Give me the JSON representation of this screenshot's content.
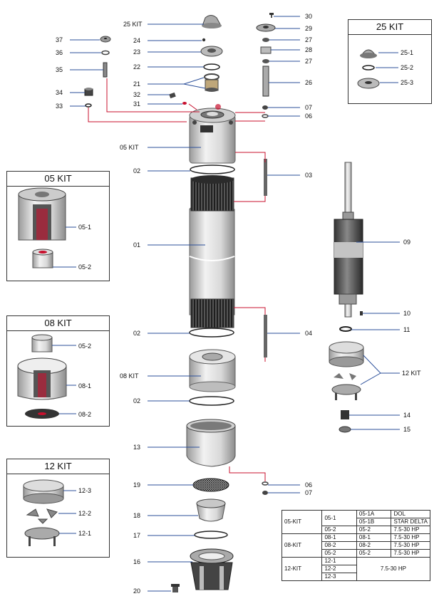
{
  "colors": {
    "leader_blue": "#2b4f9a",
    "leader_red": "#c8102e",
    "part_dark": "#333333",
    "part_light": "#e8e8e8"
  },
  "labels": {
    "p25kit": "25 KIT",
    "p24": "24",
    "p23": "23",
    "p22": "22",
    "p21": "21",
    "p32": "32",
    "p31": "31",
    "p37": "37",
    "p36": "36",
    "p35": "35",
    "p34": "34",
    "p33": "33",
    "p05kit": "05 KIT",
    "p02a": "02",
    "p01": "01",
    "p02b": "02",
    "p08kit": "08 KIT",
    "p02c": "02",
    "p13": "13",
    "p19": "19",
    "p18": "18",
    "p17": "17",
    "p16": "16",
    "p20": "20",
    "p30": "30",
    "p29": "29",
    "p27a": "27",
    "p28": "28",
    "p27b": "27",
    "p26": "26",
    "p07a": "07",
    "p06a": "06",
    "p03": "03",
    "p04": "04",
    "p09": "09",
    "p10": "10",
    "p11": "11",
    "p12kit": "12 KIT",
    "p14": "14",
    "p15": "15",
    "p06b": "06",
    "p07b": "07"
  },
  "kits": {
    "k25": {
      "title": "25 KIT",
      "items": [
        "25-1",
        "25-2",
        "25-3"
      ]
    },
    "k05": {
      "title": "05 KIT",
      "items": [
        "05-1",
        "05-2"
      ]
    },
    "k08": {
      "title": "08 KIT",
      "items": [
        "05-2",
        "08-1",
        "08-2"
      ]
    },
    "k12": {
      "title": "12 KIT",
      "items": [
        "12-3",
        "12-2",
        "12-1"
      ]
    }
  },
  "table": {
    "r1": [
      "05-KIT",
      "05-1",
      "05-1A",
      "DOL"
    ],
    "r2": [
      "05-1B",
      "STAR DELTA"
    ],
    "r3": [
      "05-2",
      "05-2",
      "7.5-30 HP"
    ],
    "r4": [
      "08-KIT",
      "08-1",
      "08-1",
      "7.5-30 HP"
    ],
    "r5": [
      "08-2",
      "08-2",
      "7.5-30 HP"
    ],
    "r6": [
      "05-2",
      "05-2",
      "7.5-30 HP"
    ],
    "r7": [
      "12-KIT",
      "12-1",
      "7.5-30 HP"
    ],
    "r8": [
      "12-2"
    ],
    "r9": [
      "12-3"
    ]
  }
}
